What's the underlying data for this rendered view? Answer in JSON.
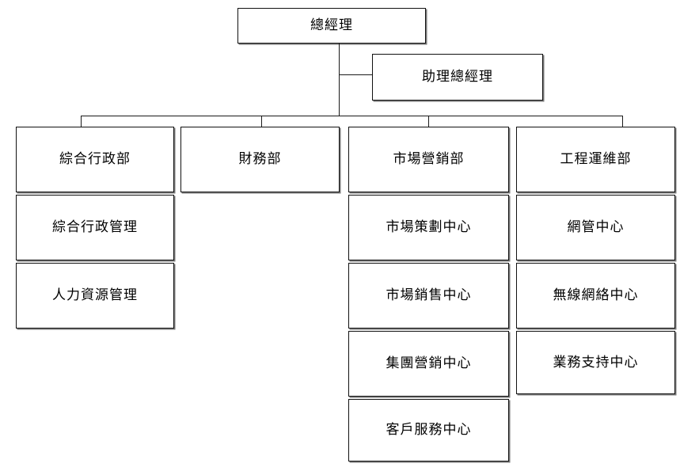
{
  "chart": {
    "type": "org-chart",
    "title": "",
    "background_color": "#ffffff",
    "line_color": "#1a1a1a",
    "box_border_color": "#111111",
    "box_shadow_color": "#7a7a7a",
    "text_color": "#000000"
  },
  "nodes": {
    "general_manager": {
      "label": "總經理"
    },
    "assistant_general_manager": {
      "label": "助理總經理"
    },
    "dept_admin": {
      "label": "綜合行政部"
    },
    "dept_finance": {
      "label": "財務部"
    },
    "dept_marketing": {
      "label": "市場營銷部"
    },
    "dept_engineering": {
      "label": "工程運維部"
    }
  },
  "columns": [
    {
      "id": "admin",
      "head": "綜合行政部",
      "children": [
        {
          "label": "綜合行政管理"
        },
        {
          "label": "人力資源管理"
        }
      ]
    },
    {
      "id": "finance",
      "head": "財務部",
      "children": []
    },
    {
      "id": "marketing",
      "head": "市場營銷部",
      "children": [
        {
          "label": "市場策劃中心"
        },
        {
          "label": "市場銷售中心"
        },
        {
          "label": "集團營銷中心"
        },
        {
          "label": "客戶服務中心"
        }
      ]
    },
    {
      "id": "engineering",
      "head": "工程運維部",
      "children": [
        {
          "label": "網管中心"
        },
        {
          "label": "無線網絡中心"
        },
        {
          "label": "業務支持中心"
        }
      ]
    }
  ]
}
